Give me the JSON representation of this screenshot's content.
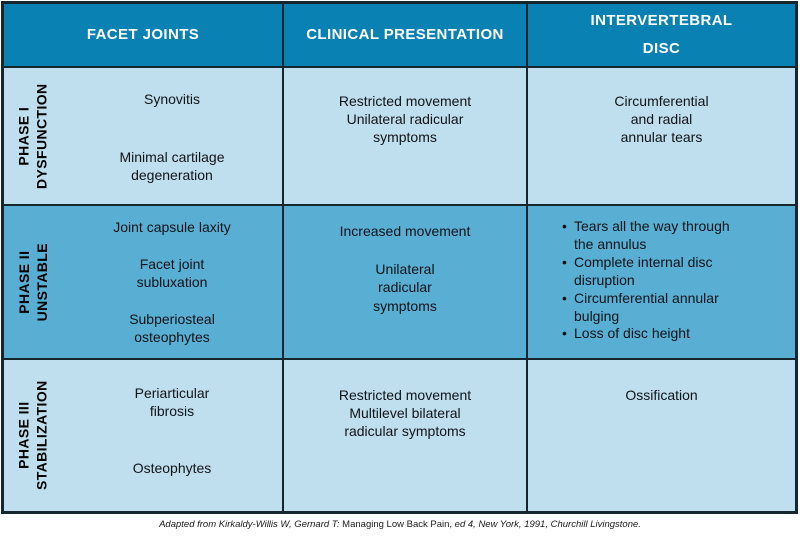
{
  "table": {
    "header": {
      "facet": "FACET JOINTS",
      "clinical": "CLINICAL PRESENTATION",
      "disc": "INTERVERTEBRAL\nDISC"
    },
    "rows": [
      {
        "phase_line1": "PHASE I",
        "phase_line2": "DYSFUNCTION",
        "facet": [
          "Synovitis",
          "Minimal cartilage\ndegeneration"
        ],
        "clinical": [
          "Restricted movement",
          "Unilateral radicular\nsymptoms"
        ],
        "disc": [
          "Circumferential\nand radial\nannular tears"
        ]
      },
      {
        "phase_line1": "PHASE II",
        "phase_line2": "UNSTABLE",
        "facet": [
          "Joint capsule laxity",
          "Facet joint\nsubluxation",
          "Subperiosteal\nosteophytes"
        ],
        "clinical": [
          "Increased movement",
          "Unilateral\nradicular\nsymptoms"
        ],
        "disc_bullets": [
          "Tears all the way through\nthe annulus",
          "Complete internal disc\ndisruption",
          "Circumferential annular\nbulging",
          "Loss of disc height"
        ]
      },
      {
        "phase_line1": "PHASE III",
        "phase_line2": "STABILIZATION",
        "facet": [
          "Periarticular\nfibrosis",
          "Osteophytes"
        ],
        "clinical": [
          "Restricted movement",
          "Multilevel bilateral\nradicular symptoms"
        ],
        "disc": [
          "Ossification"
        ]
      }
    ],
    "colors": {
      "header_bg": "#0a81b3",
      "light_row": "#bfdeee",
      "mid_row": "#58aed3",
      "border": "#16262f"
    }
  },
  "footer": {
    "citation_italic_1": "Adapted from Kirkaldy-Willis W, Gernard T:",
    "citation_roman": " Managing Low Back Pain,",
    "citation_italic_2": " ed 4, New York, 1991, Churchill Livingstone."
  }
}
